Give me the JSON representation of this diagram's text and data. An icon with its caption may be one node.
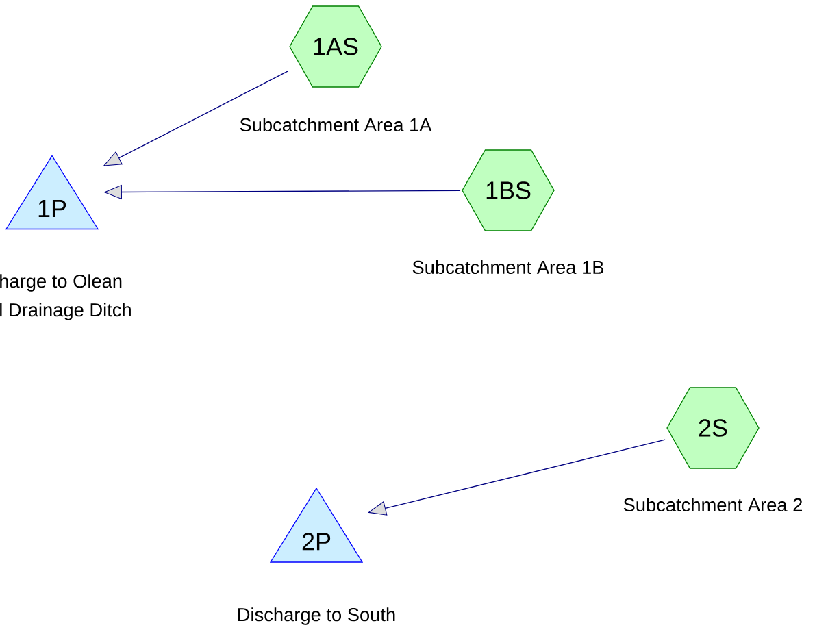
{
  "diagram": {
    "nodes": [
      {
        "text": [
          "1AS"
        ],
        "beside": [
          "Subcatchment Area 1A"
        ]
      },
      {
        "text": [
          "1BS"
        ],
        "beside": [
          "Subcatchment Area 1B"
        ]
      },
      {
        "text": [
          "1P"
        ],
        "beside": [
          "harge to Olean",
          "l Drainage Ditch"
        ]
      },
      {
        "text": [
          "2S"
        ],
        "beside": [
          "Subcatchment Area 2"
        ]
      },
      {
        "text": [
          "2P"
        ],
        "beside": [
          "Discharge to South"
        ]
      }
    ],
    "edges": [
      {
        "from": 0,
        "to": 2,
        "arrow": "to"
      },
      {
        "from": 1,
        "to": 2,
        "arrow": "to"
      },
      {
        "from": 3,
        "to": 4,
        "arrow": "to"
      }
    ]
  }
}
